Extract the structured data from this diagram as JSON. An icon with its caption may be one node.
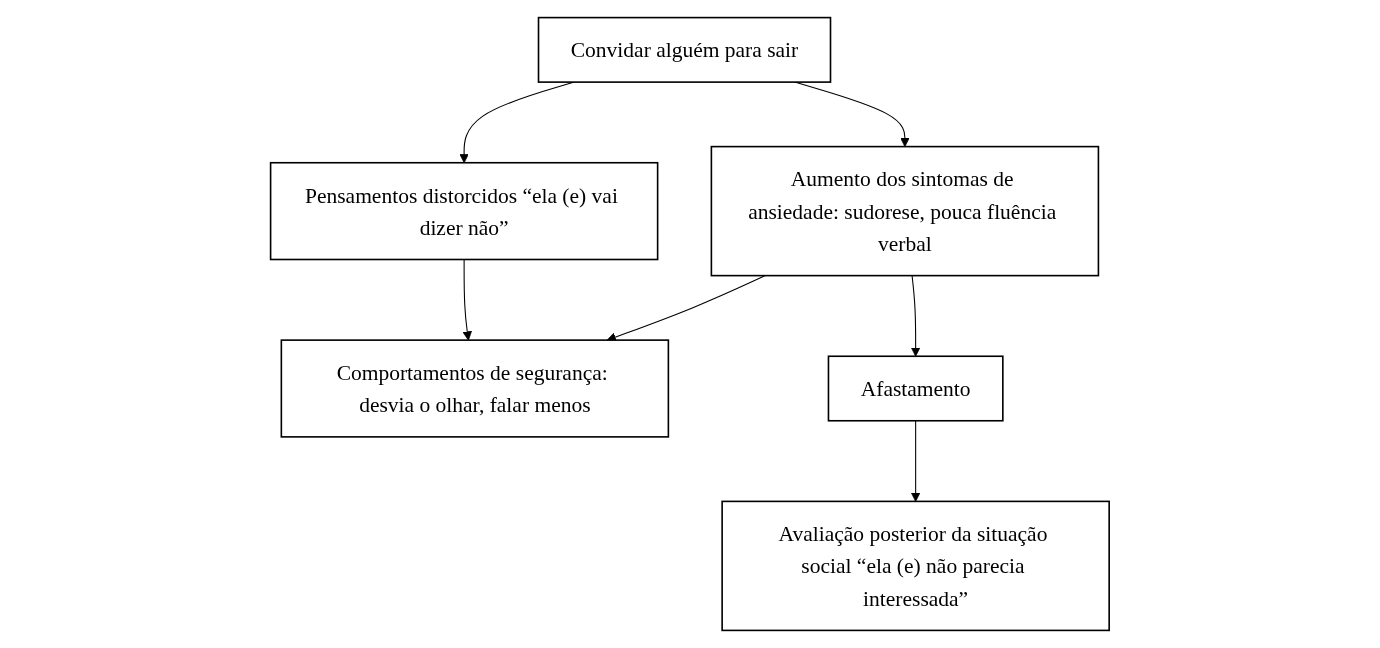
{
  "diagram": {
    "nodes": [
      {
        "text": [
          "Convidar alguém para sair"
        ]
      },
      {
        "text": [
          "Pensamentos distorcidos “ela (e) vai dizer não”"
        ]
      },
      {
        "text": [
          "Aumento dos sintomas de ansiedade: sudorese, pouca fluência verbal"
        ]
      },
      {
        "text": [
          "Comportamentos de segurança: desvia o olhar, falar menos"
        ]
      },
      {
        "text": [
          "Afastamento"
        ]
      },
      {
        "text": [
          "Avaliação posterior da situação social “ela (e) não parecia interessada”"
        ]
      }
    ],
    "edges": [
      {
        "from": 0,
        "to": 1,
        "arrow": "to"
      },
      {
        "from": 0,
        "to": 2,
        "arrow": "to"
      },
      {
        "from": 1,
        "to": 3,
        "arrow": "to"
      },
      {
        "from": 2,
        "to": 3,
        "arrow": "to"
      },
      {
        "from": 2,
        "to": 4,
        "arrow": "to"
      },
      {
        "from": 4,
        "to": 5,
        "arrow": "to"
      }
    ]
  }
}
